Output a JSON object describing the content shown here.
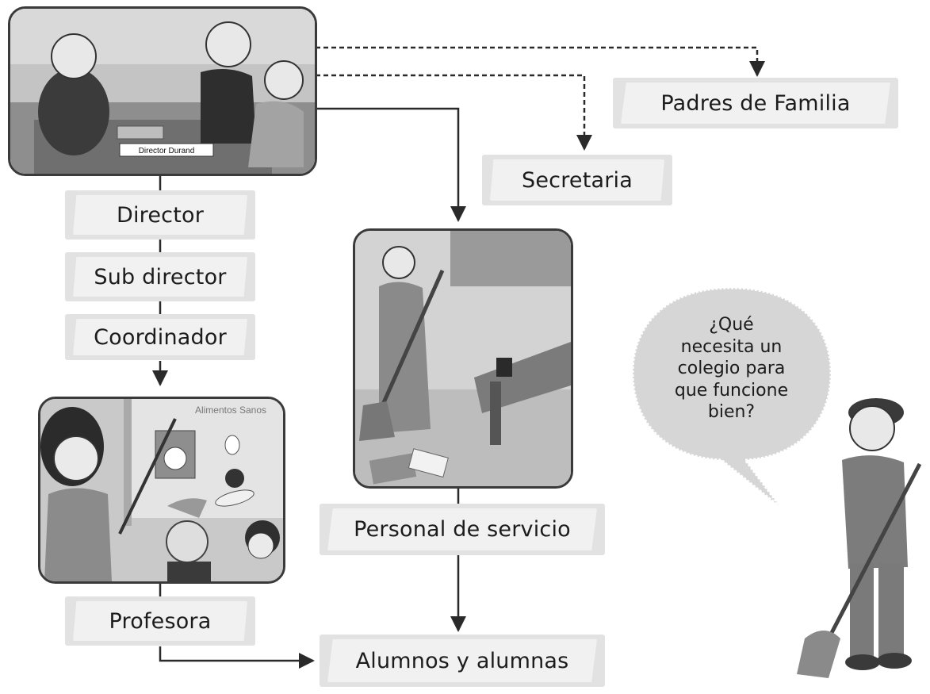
{
  "scene1": {
    "name_plate": "Director Durand"
  },
  "scene3": {
    "poster_title": "Alimentos Sanos"
  },
  "boxes": {
    "padres": "Padres de Familia",
    "secretaria": "Secretaria",
    "director": "Director",
    "sub_director": "Sub director",
    "coordinador": "Coordinador",
    "personal": "Personal de servicio",
    "profesora": "Profesora",
    "alumnos": "Alumnos y alumnas"
  },
  "speech": "¿Qué\nnecesita un\ncolegio para\nque funcione\nbien?",
  "colors": {
    "box_bg": "#e2e2e2",
    "box_inner": "#f1f1f1",
    "line": "#2a2a2a"
  }
}
